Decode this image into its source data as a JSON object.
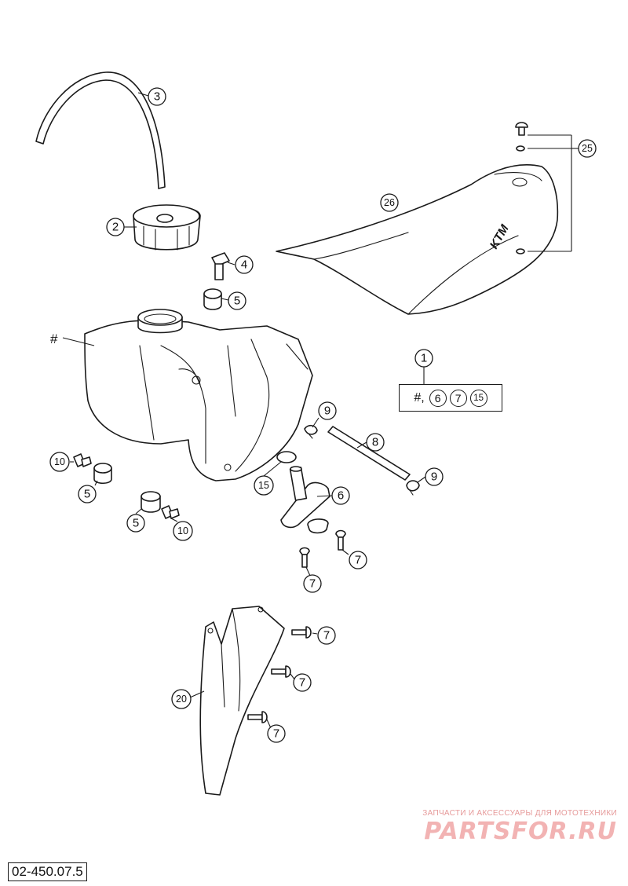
{
  "callouts": {
    "c1": "1",
    "c2": "2",
    "c3": "3",
    "c4": "4",
    "c5a": "5",
    "c5b": "5",
    "c5c": "5",
    "c6": "6",
    "c7a": "7",
    "c7b": "7",
    "c7c": "7",
    "c7d": "7",
    "c7e": "7",
    "c8": "8",
    "c9a": "9",
    "c9b": "9",
    "c10a": "10",
    "c10b": "10",
    "c15": "15",
    "c20": "20",
    "c25": "25",
    "c26": "26"
  },
  "tank_hash": "#",
  "kit_box": {
    "hash": "#,",
    "items": [
      "6",
      "7",
      "15"
    ]
  },
  "seat_logo": "KTM",
  "drawing_number": "02-450.07.5",
  "watermark": {
    "tagline": "ЗАПЧАСТИ И АКСЕССУАРЫ ДЛЯ МОТОТЕХНИКИ",
    "brand": "PARTSFOR.RU"
  },
  "colors": {
    "line": "#1a1a1a",
    "watermark_text": "#f2b3b3"
  }
}
